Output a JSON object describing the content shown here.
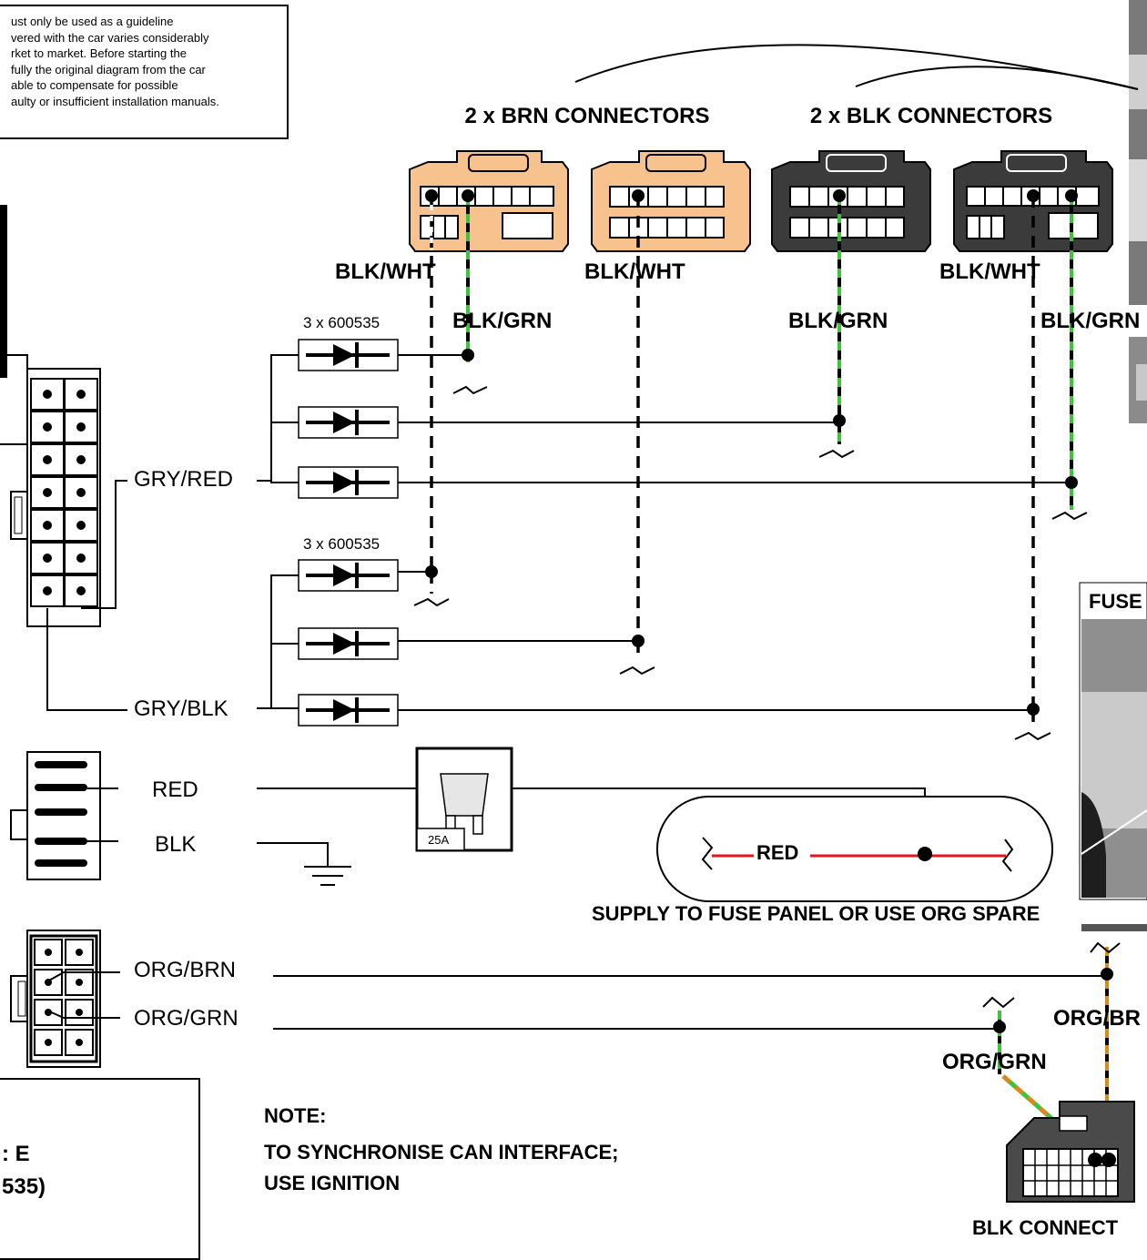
{
  "disclaimer": {
    "lines": [
      "ust only be used as a guideline",
      "vered with the car varies considerably",
      "rket to market. Before starting the",
      "fully the original diagram from the car",
      "able to compensate  for possible",
      "aulty or insufficient installation manuals."
    ]
  },
  "headings": {
    "brn_connectors": "2 x BRN CONNECTORS",
    "blk_connectors": "2 x BLK CONNECTORS"
  },
  "wire_labels": {
    "blk_wht": "BLK/WHT",
    "blk_grn": "BLK/GRN",
    "gry_red": "GRY/RED",
    "gry_blk": "GRY/BLK",
    "red": "RED",
    "blk": "BLK",
    "org_brn": "ORG/BRN",
    "org_grn": "ORG/GRN",
    "org_brn_right": "ORG/BR",
    "org_grn_right": "ORG/GRN",
    "blk_grn_right": "BLK/GRN"
  },
  "diode_groups": [
    "3 x 600535",
    "3 x 600535"
  ],
  "fuse": {
    "rating": "25A"
  },
  "red_loop_label": "RED",
  "supply_label": "SUPPLY TO FUSE PANEL OR USE ORG SPARE",
  "fuse_photo_label": "FUSE",
  "bottom_connector_label": "BLK CONNECT",
  "note": {
    "title": "NOTE:",
    "line1": "TO SYNCHRONISE CAN INTERFACE;",
    "line2": "USE IGNITION"
  },
  "left_box": {
    "line1": ": E",
    "line2": "535)"
  },
  "colors": {
    "brown_connector": "#f7c28e",
    "black_connector": "#3b3b3b",
    "green_wire": "#3fc33a",
    "orange_wire": "#d98a1e",
    "red_wire": "#e8141c"
  }
}
